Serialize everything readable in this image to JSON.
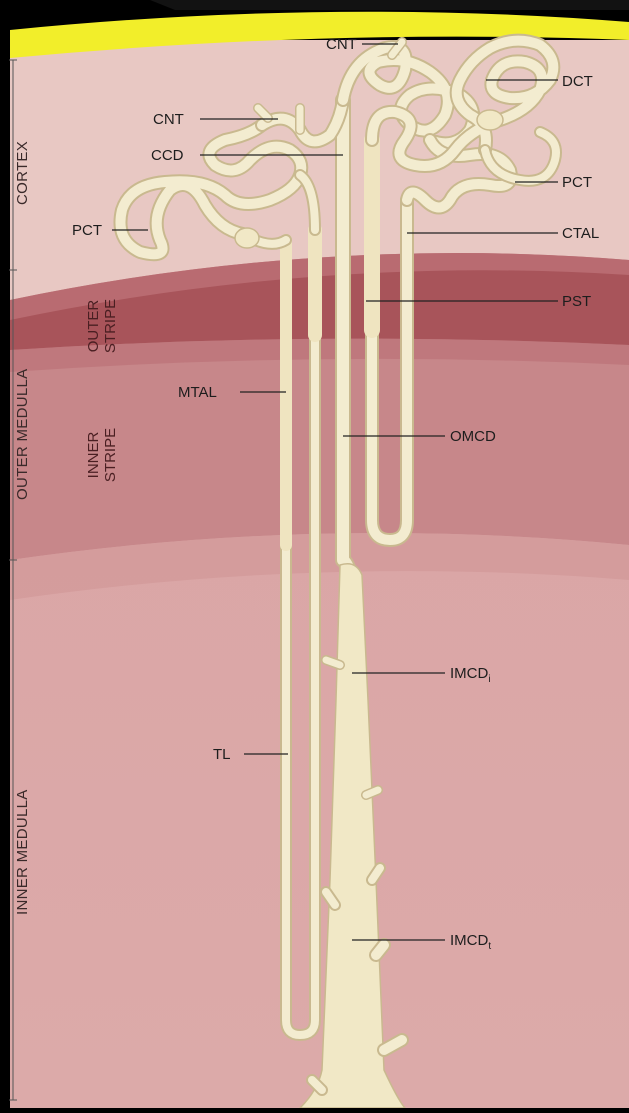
{
  "regions": {
    "cortex": "CORTEX",
    "outer_medulla": "OUTER MEDULLA",
    "inner_medulla": "INNER MEDULLA",
    "outer_stripe_1": "OUTER",
    "outer_stripe_2": "STRIPE",
    "inner_stripe_1": "INNER",
    "inner_stripe_2": "STRIPE"
  },
  "labels": {
    "cnt_top": "CNT",
    "cnt_left": "CNT",
    "dct": "DCT",
    "ccd": "CCD",
    "pct_right": "PCT",
    "pct_left": "PCT",
    "ctal": "CTAL",
    "pst": "PST",
    "mtal": "MTAL",
    "omcd": "OMCD",
    "imcd_i_main": "IMCD",
    "imcd_i_sub": "i",
    "tl": "TL",
    "imcd_t_main": "IMCD",
    "imcd_t_sub": "t"
  },
  "colors": {
    "cortex": "#e9c7c2",
    "outer_stripe": "#a8545a",
    "inner_stripe": "#c98488",
    "inner_medulla": "#d8a6a6",
    "tubule": "#f3ecd0",
    "highlight": "#f2ee2a"
  }
}
